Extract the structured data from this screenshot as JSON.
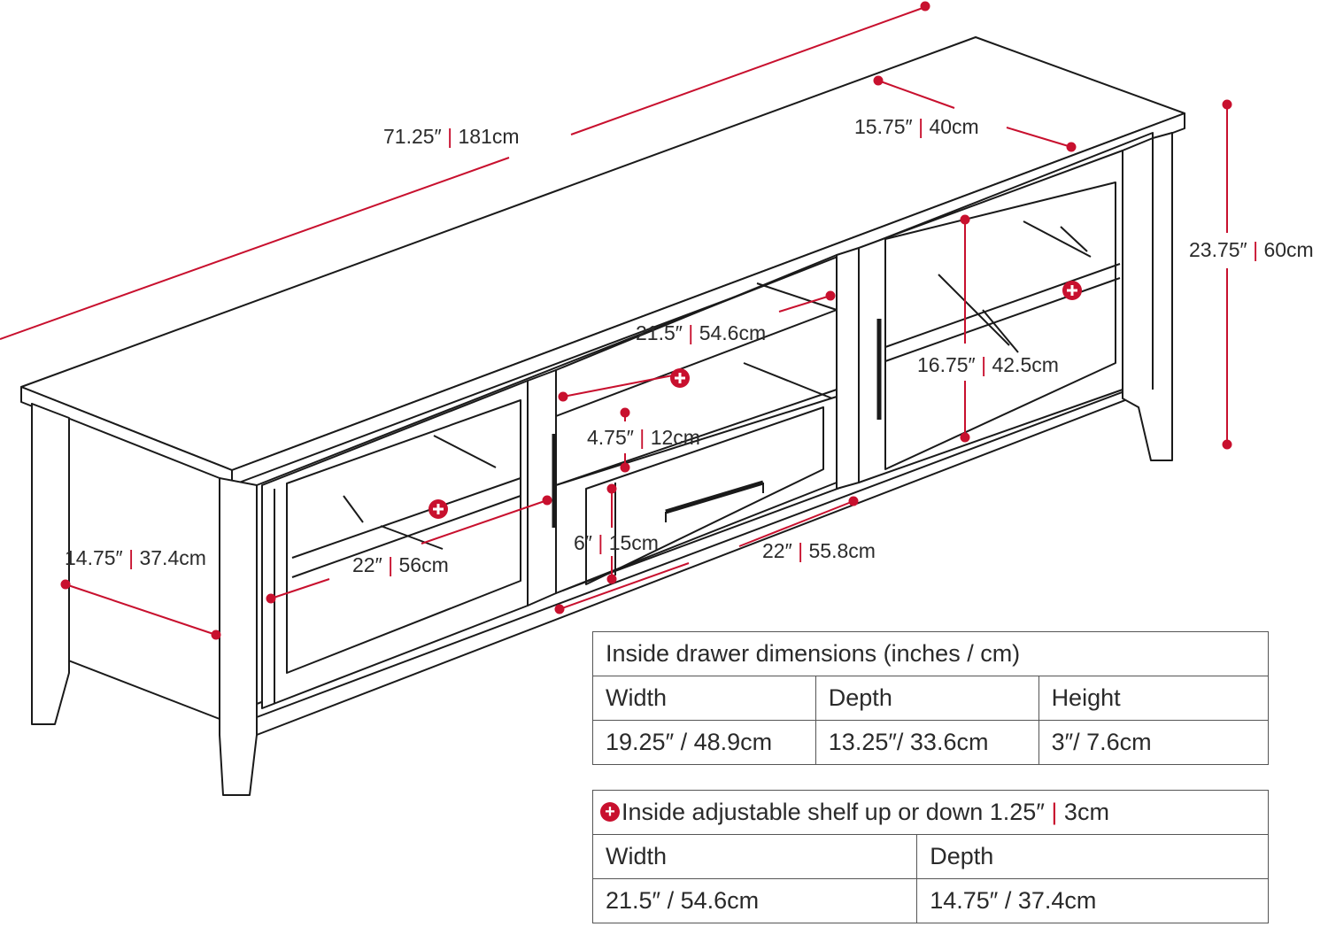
{
  "colors": {
    "accent": "#c8102e",
    "outline": "#1a1a1a",
    "text": "#2b2b2b"
  },
  "dimensions": {
    "width": {
      "inches": "71.25″",
      "cm": "181cm"
    },
    "depth": {
      "inches": "15.75″",
      "cm": "40cm"
    },
    "height": {
      "inches": "23.75″",
      "cm": "60cm"
    },
    "side_depth": {
      "inches": "14.75″",
      "cm": "37.4cm"
    },
    "left_opening": {
      "inches": "22″",
      "cm": "56cm"
    },
    "right_opening": {
      "inches": "22″",
      "cm": "55.8cm"
    },
    "center_shelf": {
      "inches": "21.5″",
      "cm": "54.6cm"
    },
    "right_height": {
      "inches": "16.75″",
      "cm": "42.5cm"
    },
    "upper_gap": {
      "inches": "4.75″",
      "cm": "12cm"
    },
    "drawer_front": {
      "inches": "6″",
      "cm": "15cm"
    }
  },
  "icons": {
    "shelf_marker": "plus-circle-icon"
  },
  "drawer_table": {
    "title": "Inside drawer dimensions (inches / cm)",
    "headers": [
      "Width",
      "Depth",
      "Height"
    ],
    "values": [
      "19.25″ / 48.9cm",
      "13.25″/ 33.6cm",
      "3″/ 7.6cm"
    ]
  },
  "shelf_table": {
    "title": "Inside adjustable shelf up or down 1.25″",
    "title_cm": "3cm",
    "headers": [
      "Width",
      "Depth"
    ],
    "values": [
      "21.5″ / 54.6cm",
      "14.75″ / 37.4cm"
    ]
  }
}
